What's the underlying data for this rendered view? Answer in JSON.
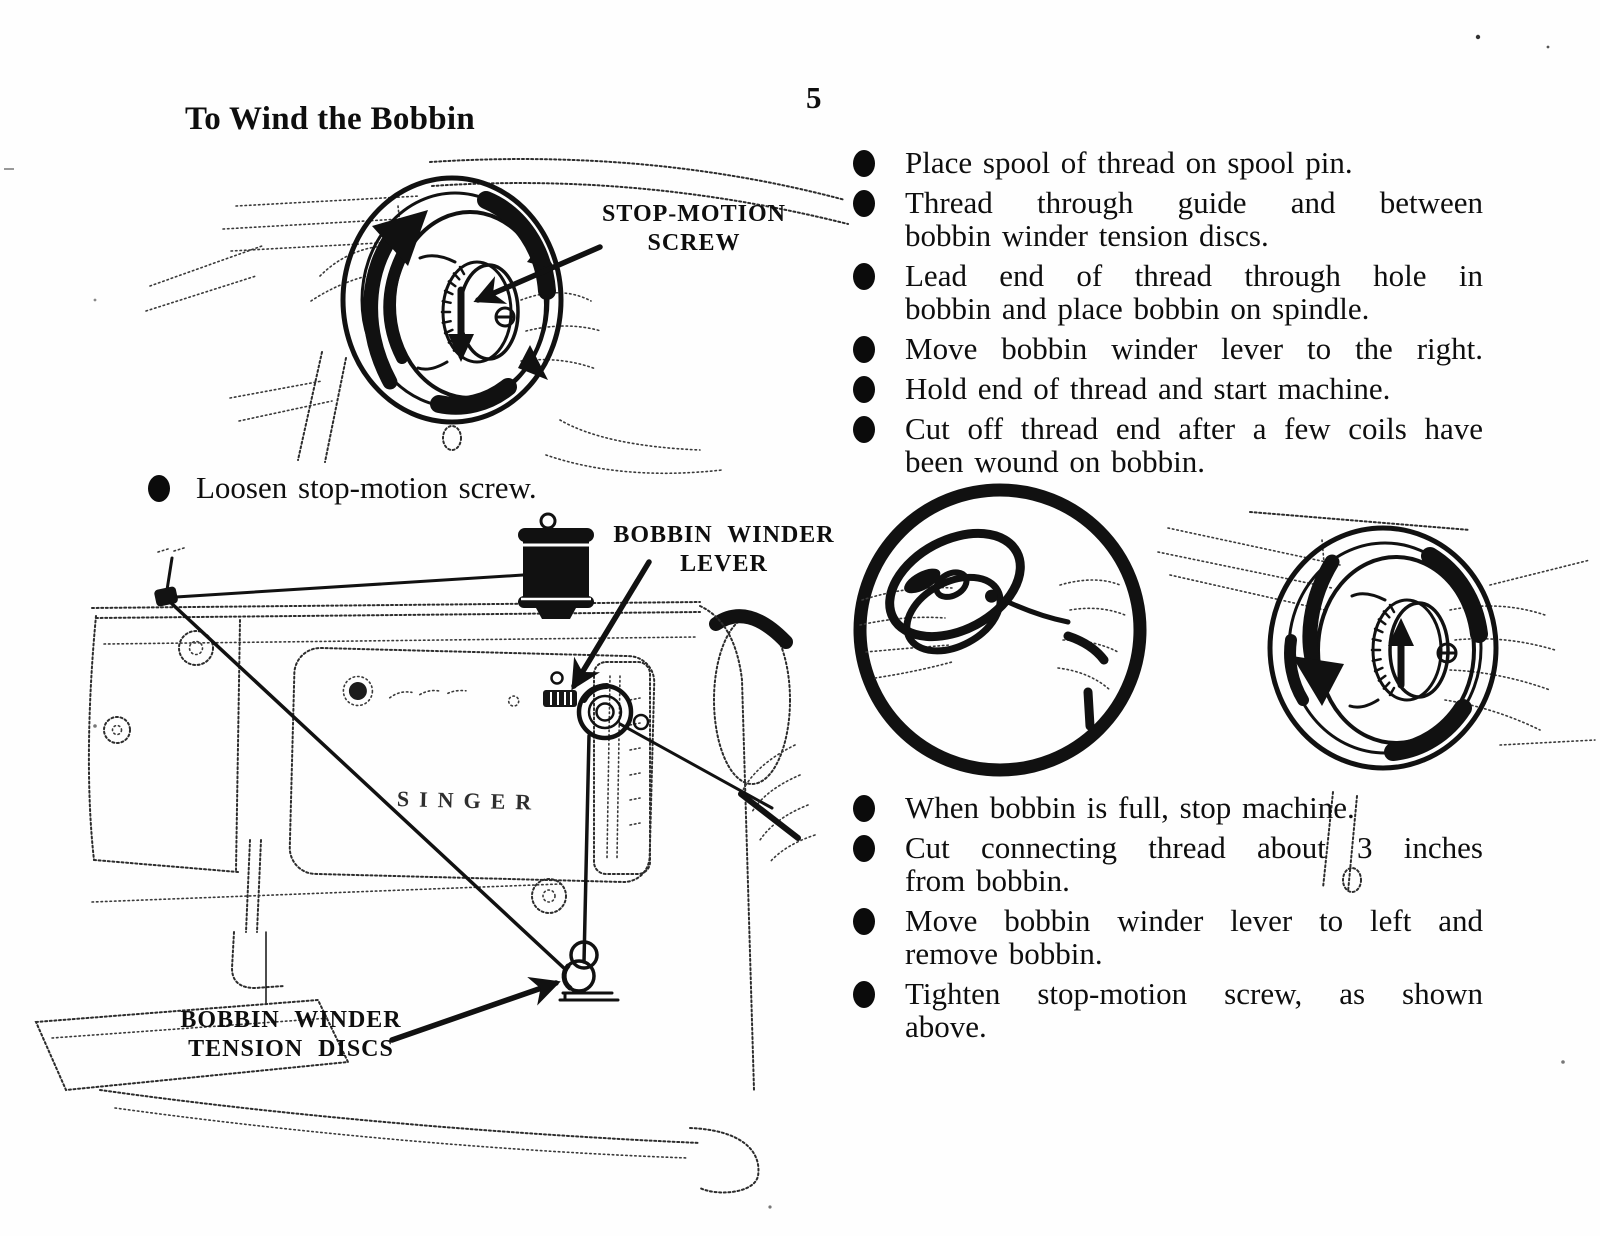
{
  "page": {
    "number": "5",
    "title": "To Wind the Bobbin"
  },
  "machine": {
    "brand": "SINGER"
  },
  "annotations": {
    "stop_motion": {
      "line1": "STOP-MOTION",
      "line2": "SCREW"
    },
    "winder_lever": {
      "line1": "BOBBIN WINDER",
      "line2": "LEVER"
    },
    "tension_discs": {
      "line1": "BOBBIN WINDER",
      "line2": "TENSION DISCS"
    }
  },
  "loosen_step": {
    "text": "Loosen stop-motion screw."
  },
  "steps_top": [
    {
      "lines": [
        "Place spool of thread on spool pin."
      ]
    },
    {
      "lines": [
        "Thread through guide and between",
        "bobbin winder tension discs."
      ]
    },
    {
      "lines": [
        "Lead end of thread through hole in",
        "bobbin and place bobbin on spindle."
      ]
    },
    {
      "lines": [
        "Move bobbin winder lever to the right."
      ]
    },
    {
      "lines": [
        "Hold end of thread and start machine."
      ]
    },
    {
      "lines": [
        "Cut off thread end after a few coils have",
        "been wound on bobbin."
      ]
    }
  ],
  "steps_bottom": [
    {
      "lines": [
        "When bobbin is full, stop machine."
      ]
    },
    {
      "lines": [
        "Cut connecting thread about 3 inches",
        "from bobbin."
      ]
    },
    {
      "lines": [
        "Move bobbin winder lever to left and",
        "remove bobbin."
      ]
    },
    {
      "lines": [
        "Tighten stop-motion screw, as shown",
        "above."
      ]
    }
  ]
}
